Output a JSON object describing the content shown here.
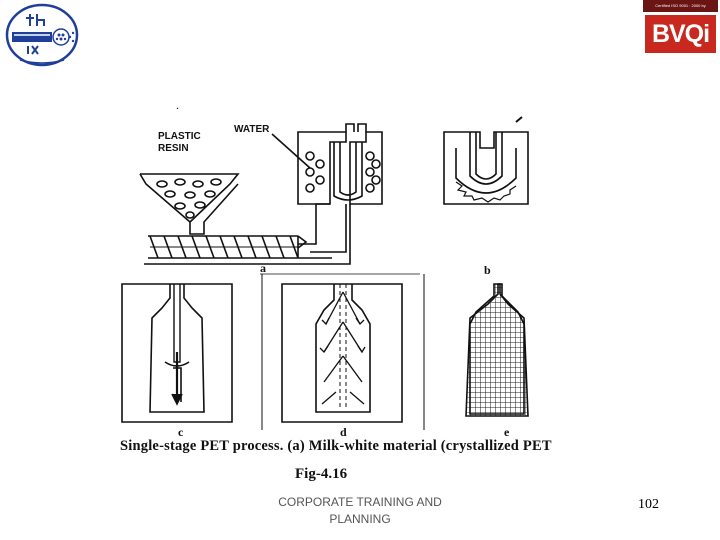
{
  "logos": {
    "bvqi_certified_text": "Certified ISO 9001 : 2000 by",
    "bvqi_word": "BVQi",
    "left_logo_icon": "institute-emblem-icon"
  },
  "diagram": {
    "labels": {
      "plastic": "PLASTIC",
      "resin": "RESIN",
      "water": "WATER"
    },
    "panel_letters": [
      "a",
      "b",
      "c",
      "d",
      "e"
    ],
    "caption": "Single-stage PET process. (a) Milk-white material (crystallized PET",
    "figure_label": "Fig-4.16"
  },
  "footer": {
    "line1": "CORPORATE TRAINING AND",
    "line2": "PLANNING",
    "page_number": "102"
  },
  "colors": {
    "ink": "#111111",
    "bvqi_red": "#c8281e",
    "bvqi_dark": "#6b1414",
    "emblem_blue": "#1f3f9a"
  }
}
